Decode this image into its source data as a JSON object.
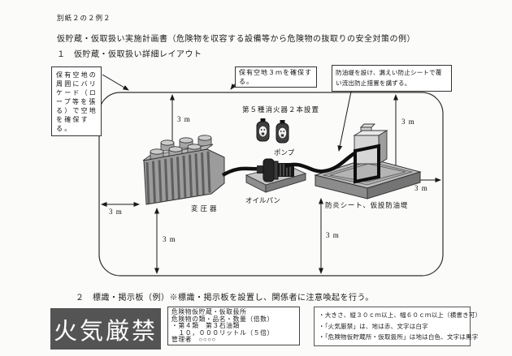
{
  "header": {
    "attachment": "別紙２の２例２",
    "title": "仮貯蔵・仮取扱い実施計画書（危険物を収容する設備等から危険物の抜取りの安全対策の例）",
    "section1": "１　仮貯蔵・仮取扱い詳細レイアウト",
    "section2": "２　標識・掲示板（例）※標識・掲示板を設置し、関係者に注意喚起を行う。"
  },
  "diagram": {
    "callouts": {
      "left": "保有空地の周囲にバリケード（ロープ等を張る）で空地を確保する。",
      "middle": "保有空地３ｍを確保する。",
      "right": "防油堤を設け、漏えい防止シートで覆い流出防止措置を講ずる。"
    },
    "labels": {
      "extinguisher_note": "第５種消火器２本設置",
      "pump": "ポンプ",
      "oil_pan": "オイルパン",
      "transformer": "変圧器",
      "dike": "防炎シート、仮設防油堤"
    },
    "dimension": "3 m"
  },
  "signage": {
    "fire_sign": "火気厳禁",
    "board": {
      "lines": [
        "危険物仮貯蔵・仮取扱所",
        "危険物の類・品名・数量（倍数）",
        "・第４類　第３石油類",
        "　１０，０００リットル（５倍）",
        "管理者　○○○○"
      ]
    },
    "notes": {
      "lines": [
        "・大きさ、縦３０ｃｍ以上、幅６０ｃｍ以上（横書き可）",
        "・「火気厳禁」は、地は赤、文字は白字",
        "・「危険物仮貯蔵所・仮取扱所」は地は白色、文字は黒字"
      ]
    }
  },
  "colors": {
    "fire_sign_bg": "#545454",
    "fire_sign_text": "#ffffff",
    "line": "#2f2f2f",
    "paper": "#fbfbfa"
  }
}
